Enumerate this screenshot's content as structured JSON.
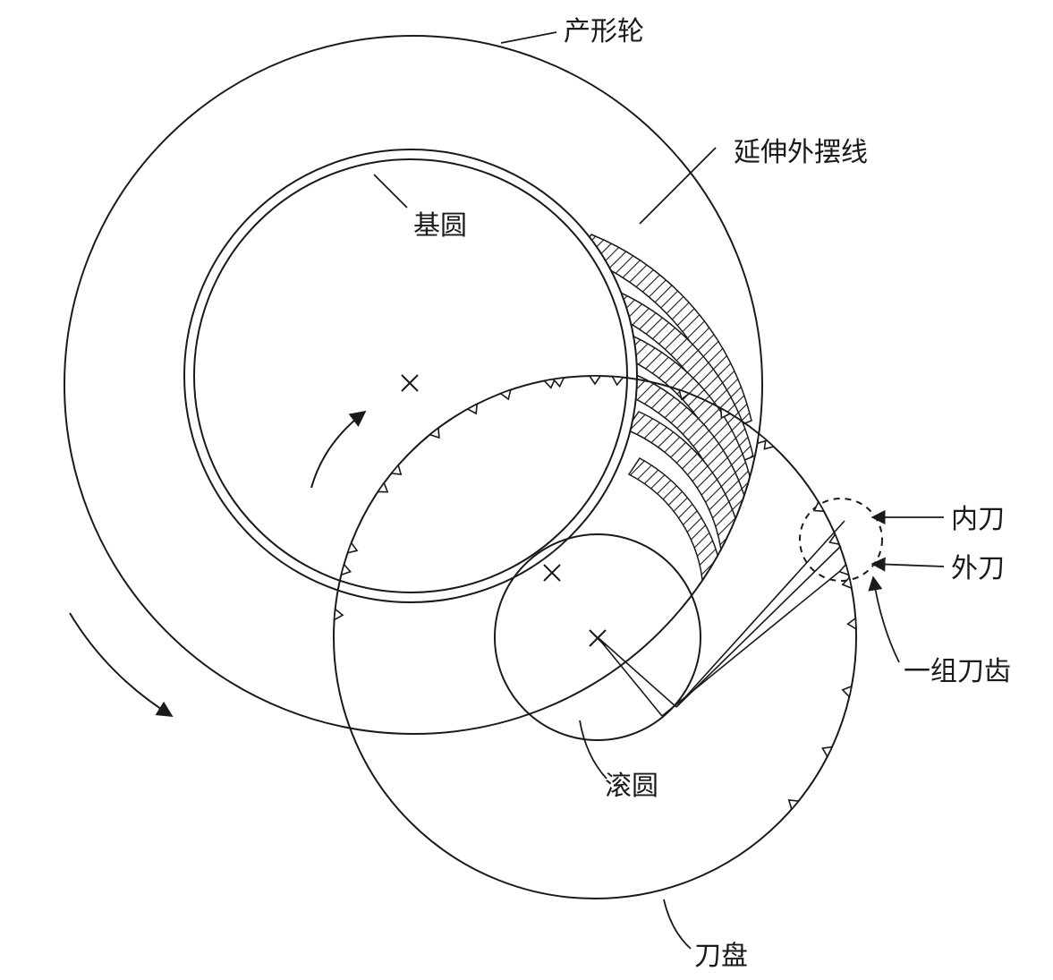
{
  "labels": {
    "generating_wheel": "产形轮",
    "extended_epicycloid": "延伸外摆线",
    "base_circle": "基圆",
    "inner_blade": "内刀",
    "outer_blade": "外刀",
    "blade_group": "一组刀齿",
    "rolling_circle": "滚圆",
    "cutter_head": "刀盘"
  },
  "colors": {
    "line": "#1a1a1a",
    "background": "#ffffff"
  }
}
